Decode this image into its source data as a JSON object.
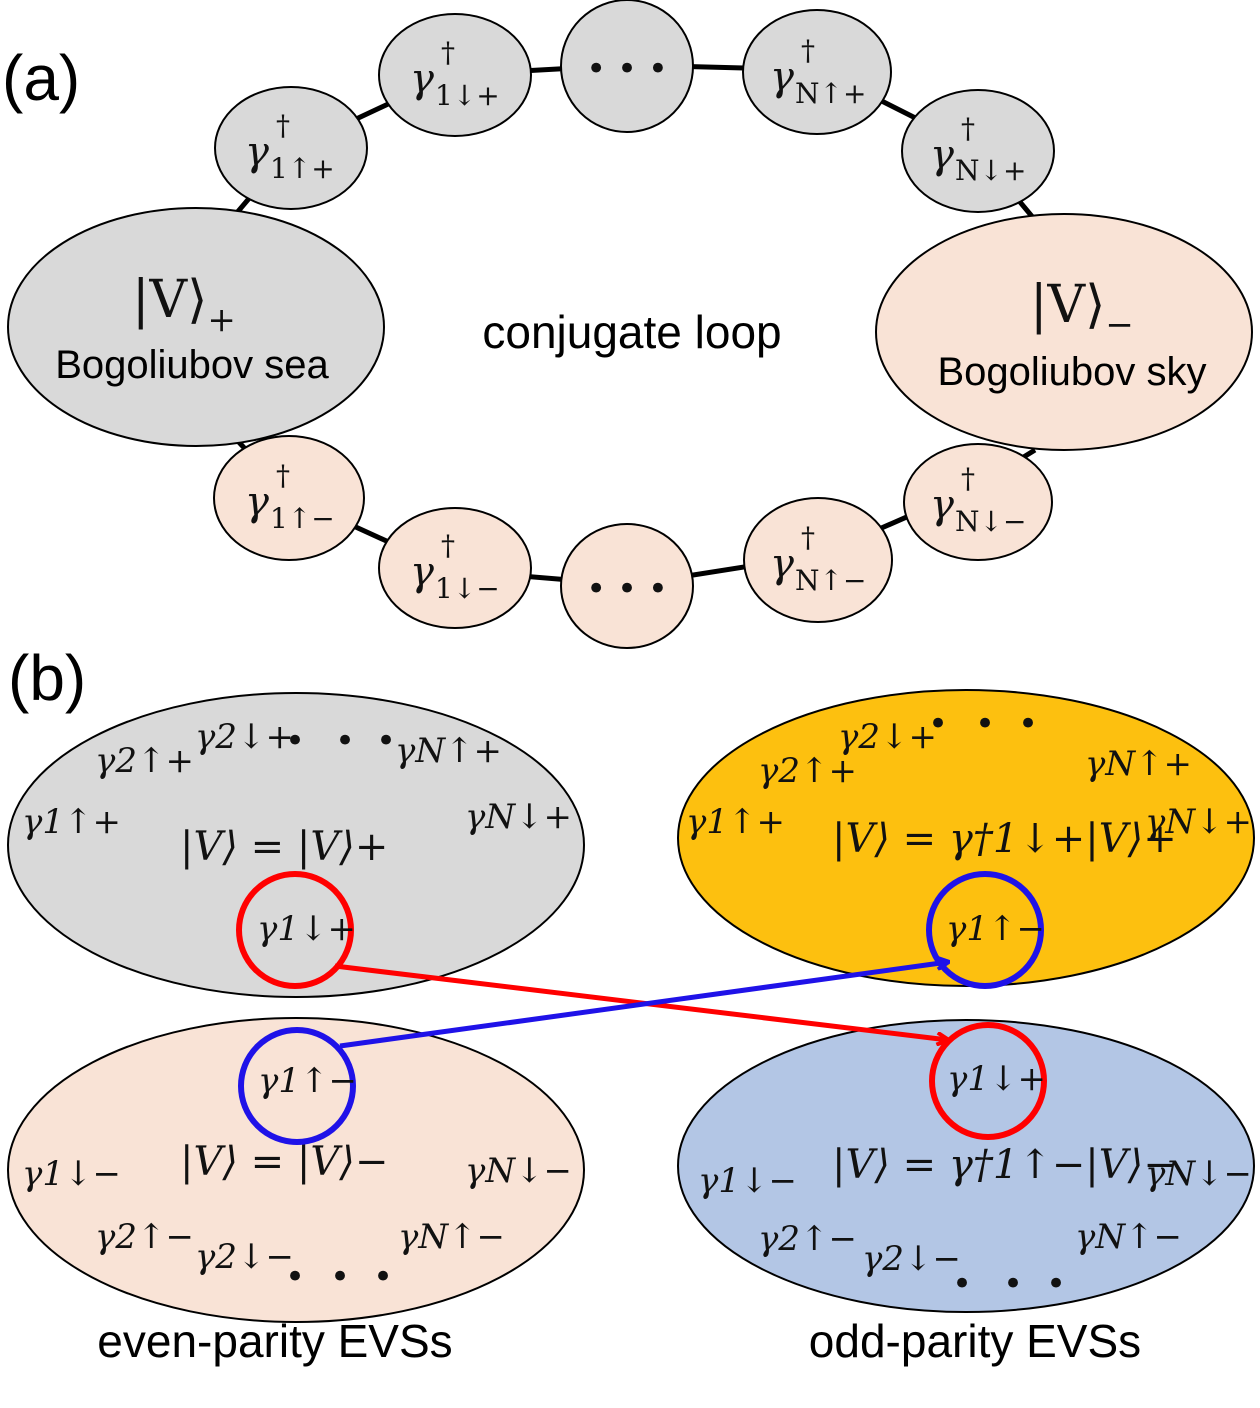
{
  "panel_a": {
    "label": "(a)",
    "center_text": "conjugate loop",
    "sea": {
      "ket": "|V⟩",
      "sub": "+",
      "caption": "Bogoliubov sea"
    },
    "sky": {
      "ket": "|V⟩",
      "sub": "−",
      "caption": "Bogoliubov sky"
    },
    "dots": "•   •   •",
    "operators": [
      {
        "sym": "γ",
        "sup": "†",
        "sub": "1↑+"
      },
      {
        "sym": "γ",
        "sup": "†",
        "sub": "1↓+"
      },
      {
        "sym": "γ",
        "sup": "†",
        "sub": "N↑+"
      },
      {
        "sym": "γ",
        "sup": "†",
        "sub": "N↓+"
      },
      {
        "sym": "γ",
        "sup": "†",
        "sub": "1↑−"
      },
      {
        "sym": "γ",
        "sup": "†",
        "sub": "1↓−"
      },
      {
        "sym": "γ",
        "sup": "†",
        "sub": "N↑−"
      },
      {
        "sym": "γ",
        "sup": "†",
        "sub": "N↓−"
      }
    ]
  },
  "panel_b": {
    "label": "(b)",
    "even_caption": "even-parity EVSs",
    "odd_caption": "odd-parity EVSs",
    "states": {
      "even_plus": "|V⟩ = |V⟩+",
      "even_minus": "|V⟩ = |V⟩−",
      "odd_plus": "|V⟩ = γ†1↓+|V⟩+",
      "odd_minus": "|V⟩ = γ†1↑−|V⟩−"
    },
    "labels": {
      "g1up_p": "γ1↑+",
      "g2up_p": "γ2↑+",
      "g2dn_p": "γ2↓+",
      "gNup_p": "γN↑+",
      "gNdn_p": "γN↓+",
      "g1dn_p": "γ1↓+",
      "g1up_m": "γ1↑−",
      "g1dn_m": "γ1↓−",
      "g2up_m": "γ2↑−",
      "g2dn_m": "γ2↓−",
      "gNup_m": "γN↑−",
      "gNdn_m": "γN↓−"
    }
  },
  "colors": {
    "gray": "#d9d9d9",
    "peach": "#f9e3d6",
    "gold": "#fdc00f",
    "blue_fill": "#b3c6e5",
    "red": "#ff0000",
    "blue": "#1f12e8",
    "line": "#000000"
  }
}
